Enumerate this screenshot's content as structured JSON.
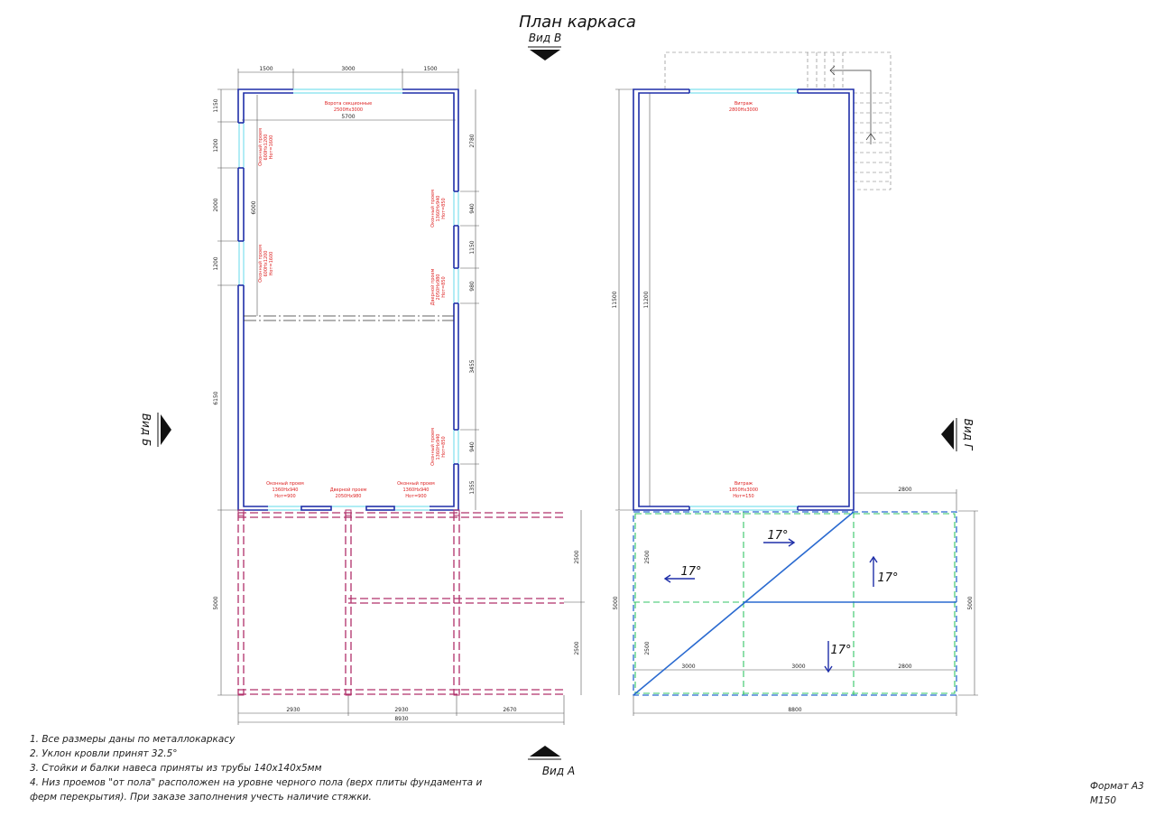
{
  "title": "План каркаса",
  "views": {
    "v": "Вид В",
    "b": "Вид Б",
    "g": "Вид Г",
    "a": "Вид А"
  },
  "left_plan": {
    "top_dims": [
      "1500",
      "3000",
      "1500"
    ],
    "inner_dim": "5700",
    "total_dim": "8930",
    "bottom_dims": [
      "2930",
      "2930",
      "2670"
    ],
    "left_dims": [
      "1150",
      "1200",
      "2000",
      "1200",
      "6150",
      "5000"
    ],
    "right_dims": [
      "2780",
      "940",
      "1150",
      "980",
      "3455",
      "940",
      "1355",
      "2500",
      "2500"
    ],
    "inner_vertical": "6000",
    "openings": [
      {
        "id": "gate",
        "lines": [
          "Ворота секционные",
          "2500Нх3000"
        ]
      },
      {
        "id": "win-left-1",
        "lines": [
          "Оконный проем",
          "600Нх1200",
          "Нот=1600"
        ]
      },
      {
        "id": "win-left-2",
        "lines": [
          "Оконный проем",
          "600Нх1200",
          "Нот=1600"
        ]
      },
      {
        "id": "win-right-1",
        "lines": [
          "Оконный проем",
          "1360Нх940",
          "Нот=850"
        ]
      },
      {
        "id": "door-right",
        "lines": [
          "Дверной проем",
          "2050Нх980",
          "Нот=850"
        ]
      },
      {
        "id": "win-right-2",
        "lines": [
          "Оконный проем",
          "1360Нх940",
          "Нот=850"
        ]
      },
      {
        "id": "win-bottom-1",
        "lines": [
          "Оконный проем",
          "1360Нх940",
          "Нот=900"
        ]
      },
      {
        "id": "door-bottom",
        "lines": [
          "Дверной проем",
          "2050Нх980"
        ]
      },
      {
        "id": "win-bottom-2",
        "lines": [
          "Оконный проем",
          "1360Нх940",
          "Нот=900"
        ]
      }
    ]
  },
  "right_plan": {
    "left_dim": "11500",
    "inner_dim": "11200",
    "top_opening": [
      "Витраж",
      "2800Нх3000"
    ],
    "bottom_opening": [
      "Витраж",
      "1850Нх3000",
      "Нот=150"
    ],
    "roof_dims_top": "2800",
    "roof_dims_bottom": [
      "3000",
      "3000",
      "2800"
    ],
    "roof_total": "8800",
    "roof_left": [
      "2500",
      "2500"
    ],
    "roof_side": "5000",
    "roof_right": "5000",
    "slopes": [
      "17°",
      "17°",
      "17°",
      "17°"
    ]
  },
  "notes": [
    "1. Все размеры даны по металлокаркасу",
    "2. Уклон кровли принят 32.5°",
    "3. Стойки и балки навеса приняты из трубы 140х140х5мм",
    "4. Низ проемов \"от пола\" расположен на уровне черного пола (верх плиты фундамента и",
    "ферм перекрытия). При заказе заполнения учесть наличие стяжки."
  ],
  "format": {
    "sheet": "Формат А3",
    "scale": "М150"
  },
  "colors": {
    "wall": "#1f2fa8",
    "opening": "#7fe0ee",
    "canopy": "#b0306a",
    "roof_blue": "#2a6ad0",
    "roof_green": "#33c566",
    "text_red": "#d22222"
  }
}
